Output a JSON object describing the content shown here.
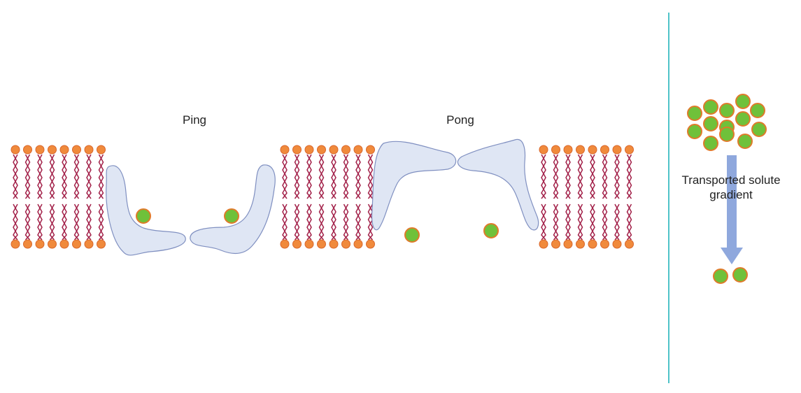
{
  "labels": {
    "ping": "Ping",
    "pong": "Pong",
    "gradient": "Transported solute gradient"
  },
  "colors": {
    "lipid_head": "#f08a3c",
    "lipid_head_stroke": "#d9662a",
    "lipid_tail": "#a3224a",
    "protein_fill": "#dfe6f4",
    "protein_stroke": "#7f8fc0",
    "solute_fill": "#6fc13a",
    "solute_stroke": "#e07a2a",
    "divider": "#4fc3c8",
    "arrow": "#8fa8dd"
  },
  "icons": [
    "lipid-bilayer",
    "transporter-protein",
    "solute-molecule",
    "gradient-arrow"
  ]
}
